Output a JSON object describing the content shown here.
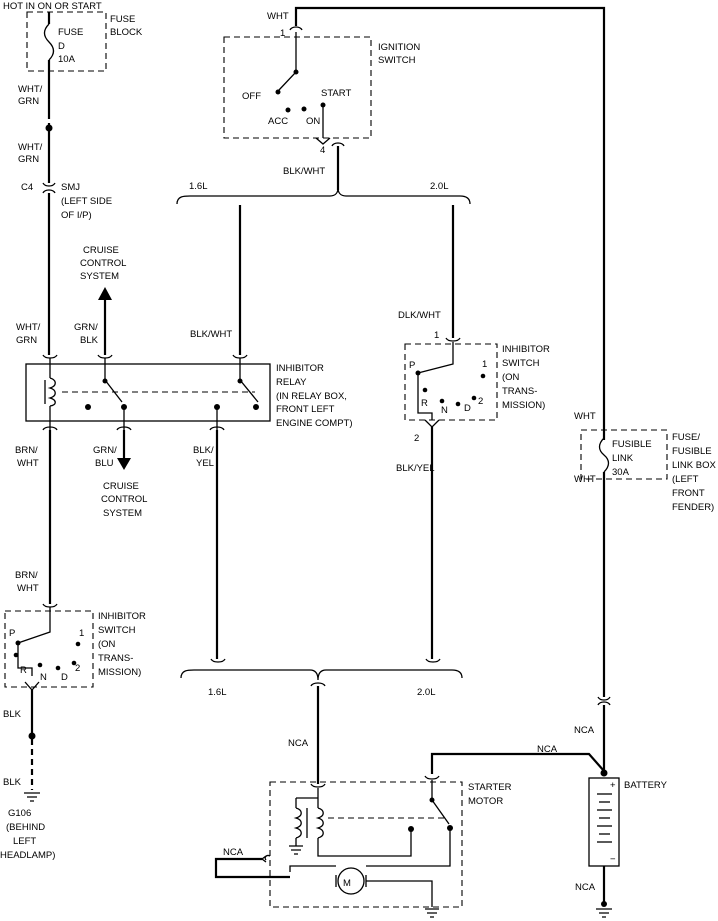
{
  "labels": {
    "hot_in_on_or_start": "HOT IN ON OR START",
    "fuse_block_1": "FUSE",
    "fuse_block_2": "BLOCK",
    "fuse_name": "FUSE",
    "fuse_letter": "D",
    "fuse_amps": "10A",
    "wht_grn_a_1": "WHT/",
    "wht_grn_a_2": "GRN",
    "wht_grn_b_1": "WHT/",
    "wht_grn_b_2": "GRN",
    "c4": "C4",
    "smj_1": "SMJ",
    "smj_2": "(LEFT SIDE",
    "smj_3": "OF I/P)",
    "cruise_top_1": "CRUISE",
    "cruise_top_2": "CONTROL",
    "cruise_top_3": "SYSTEM",
    "wht_grn_c_1": "WHT/",
    "wht_grn_c_2": "GRN",
    "grn_blk_1": "GRN/",
    "grn_blk_2": "BLK",
    "blk_wht_relay": "BLK/WHT",
    "relay_1": "INHIBITOR",
    "relay_2": "RELAY",
    "relay_3": "(IN RELAY BOX,",
    "relay_4": "FRONT LEFT",
    "relay_5": "ENGINE COMPT)",
    "brn_wht_a_1": "BRN/",
    "brn_wht_a_2": "WHT",
    "grn_blu_1": "GRN/",
    "grn_blu_2": "BLU",
    "blk_yel_a_1": "BLK/",
    "blk_yel_a_2": "YEL",
    "cruise_bot_1": "CRUISE",
    "cruise_bot_2": "CONTROL",
    "cruise_bot_3": "SYSTEM",
    "brn_wht_b_1": "BRN/",
    "brn_wht_b_2": "WHT",
    "inh_l_1": "INHIBITOR",
    "inh_l_2": "SWITCH",
    "inh_l_3": "(ON",
    "inh_l_4": "TRANS-",
    "inh_l_5": "MISSION)",
    "inh_l_p": "P",
    "inh_l_one": "1",
    "inh_l_r": "R",
    "inh_l_n": "N",
    "inh_l_d": "D",
    "inh_l_two": "2",
    "blk_a": "BLK",
    "blk_b": "BLK",
    "g106_1": "G106",
    "g106_2": "(BEHIND",
    "g106_3": "LEFT",
    "g106_4": "HEADLAMP)",
    "wht_top": "WHT",
    "ign_pin1": "1",
    "ign_1": "IGNITION",
    "ign_2": "SWITCH",
    "ign_off": "OFF",
    "ign_start": "START",
    "ign_acc": "ACC",
    "ign_on": "ON",
    "ign_pin4": "4",
    "blk_wht_ign": "BLK/WHT",
    "l16_top": "1.6L",
    "l20_top": "2.0L",
    "dlk_wht": "DLK/WHT",
    "inh_r_pin1": "1",
    "inh_r_1": "INHIBITOR",
    "inh_r_2": "SWITCH",
    "inh_r_3": "(ON",
    "inh_r_4": "TRANS-",
    "inh_r_5": "MISSION)",
    "inh_r_p": "P",
    "inh_r_one": "1",
    "inh_r_r": "R",
    "inh_r_n": "N",
    "inh_r_d": "D",
    "inh_r_two": "2",
    "inh_r_pin2": "2",
    "blk_yel_b": "BLK/YEL",
    "wht_fl_a": "WHT",
    "fl_1": "FUSIBLE",
    "fl_2": "LINK",
    "fl_3": "30A",
    "fl_box_1": "FUSE/",
    "fl_box_2": "FUSIBLE",
    "fl_box_3": "LINK BOX",
    "fl_box_4": "(LEFT",
    "fl_box_5": "FRONT",
    "fl_box_6": "FENDER)",
    "wht_fl_b": "WHT",
    "l16_bot": "1.6L",
    "l20_bot": "2.0L",
    "nca_a": "NCA",
    "nca_b": "NCA",
    "nca_c": "NCA",
    "starter_1": "STARTER",
    "starter_2": "MOTOR",
    "nca_motor": "NCA",
    "motor_m": "M",
    "battery": "BATTERY",
    "bat_plus": "+",
    "bat_minus": "−",
    "nca_bat": "NCA"
  }
}
